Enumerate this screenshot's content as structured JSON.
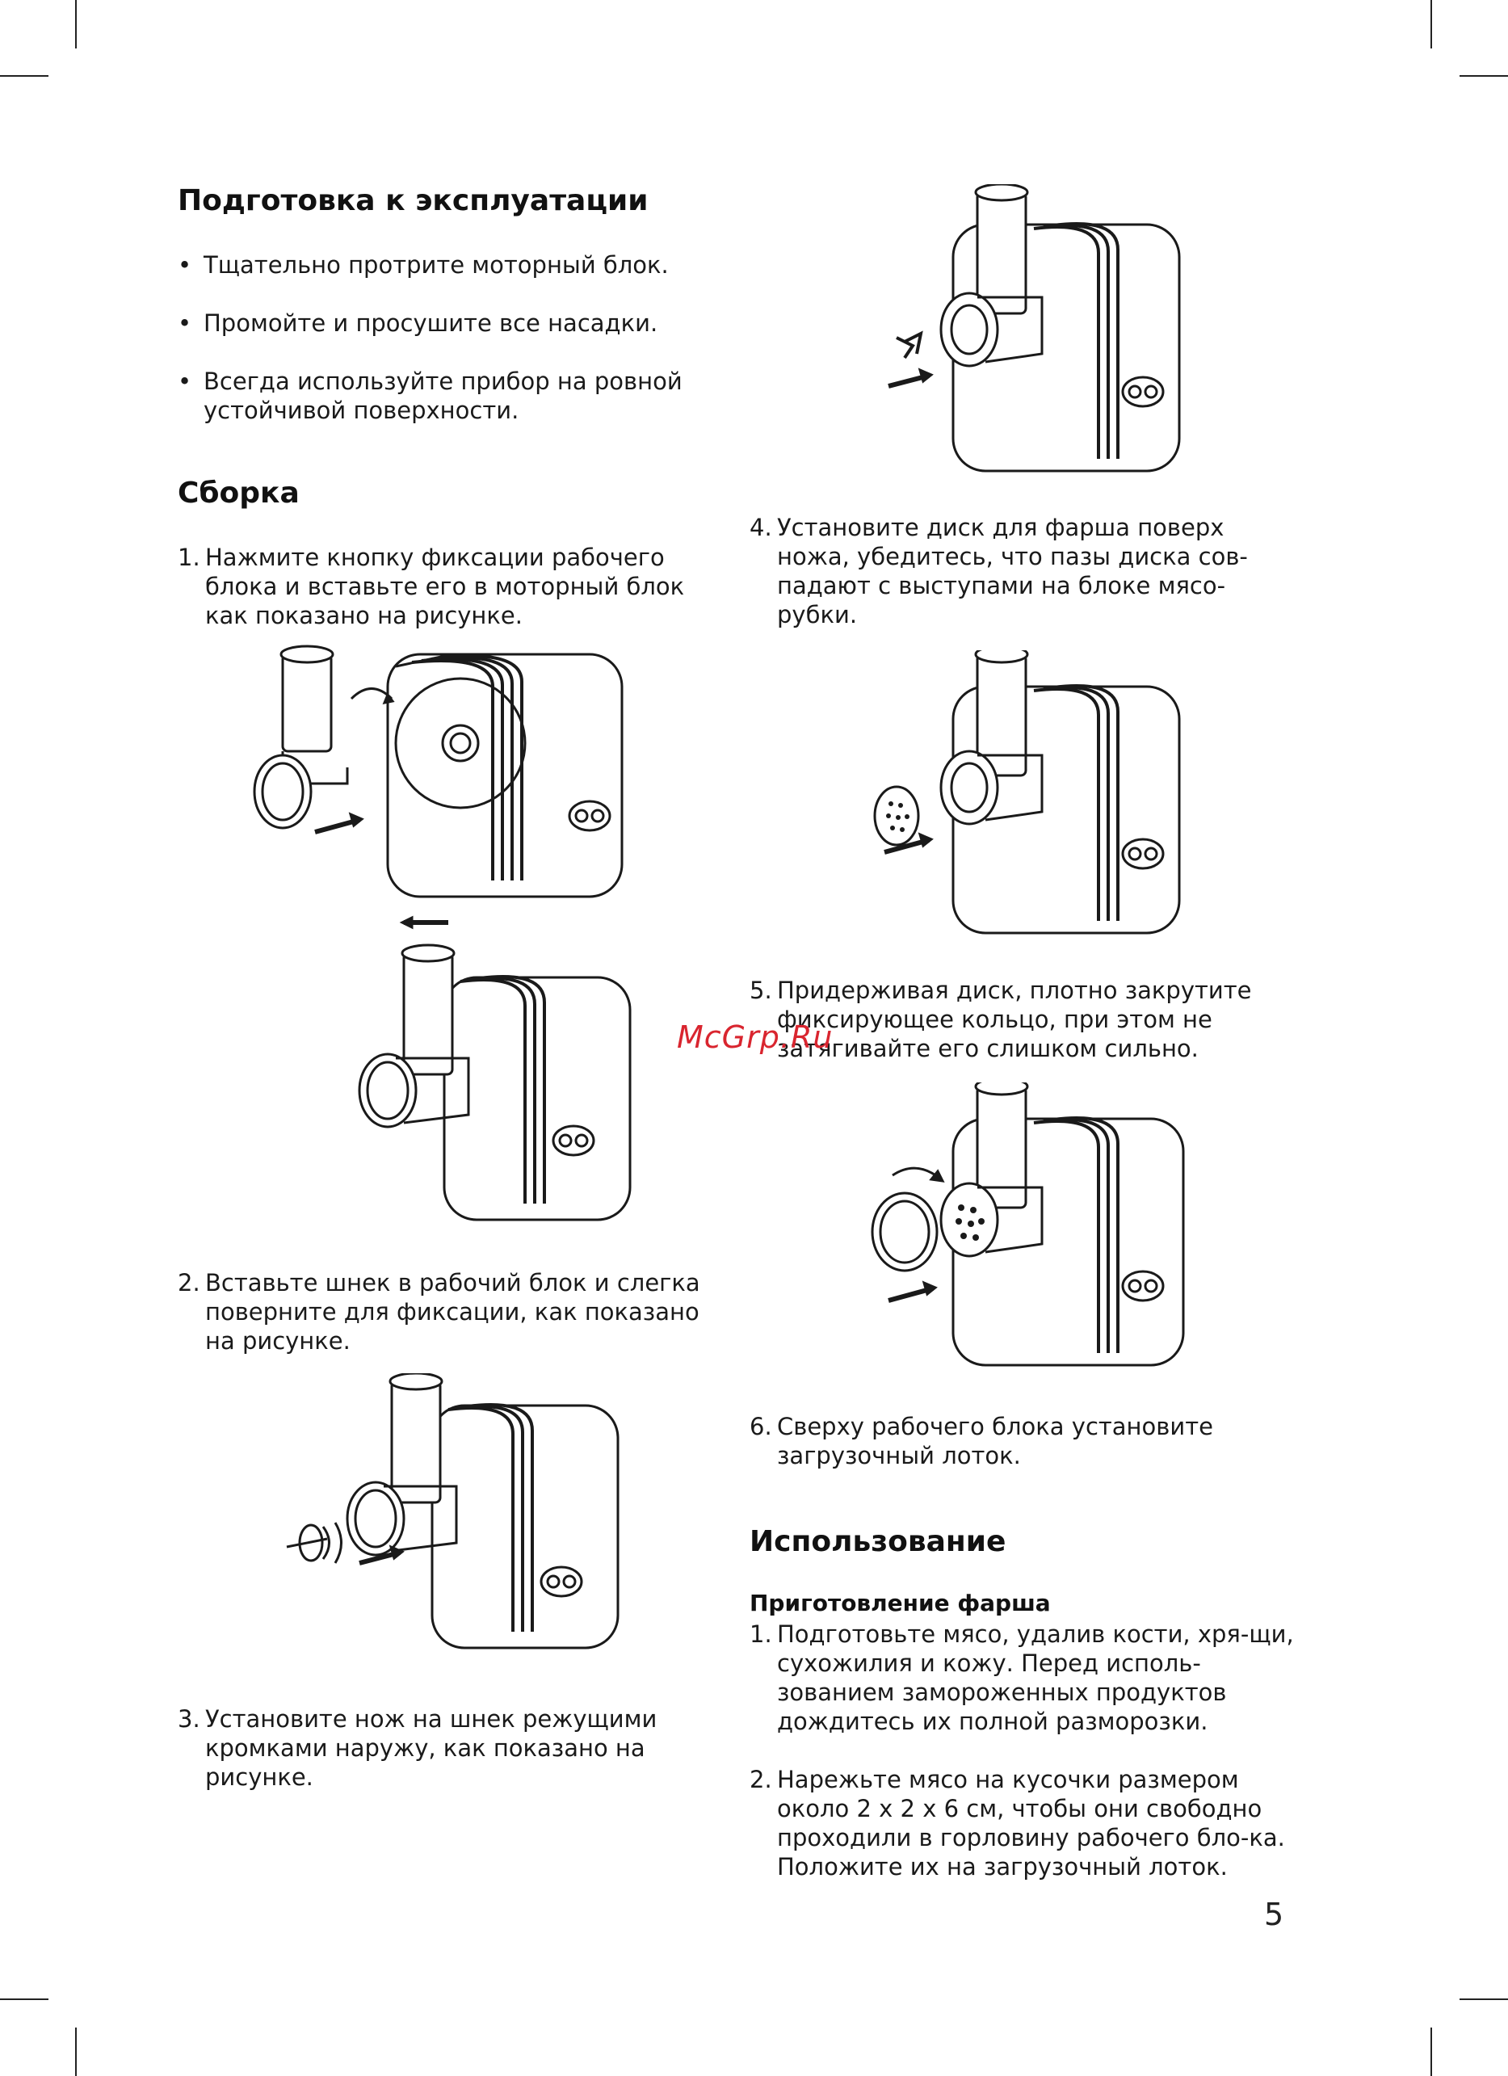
{
  "section_prep": {
    "title": "Подготовка к эксплуатации",
    "bullets": [
      "Тщательно протрите моторный блок.",
      "Промойте и просушите все насадки.",
      "Всегда используйте прибор на ровной устойчивой поверхности."
    ]
  },
  "section_assembly": {
    "title": "Сборка",
    "steps": [
      {
        "num": "1.",
        "text": "Нажмите кнопку фиксации рабочего блока и вставьте его в моторный блок как показано на рисунке."
      },
      {
        "num": "2.",
        "text": "Вставьте шнек в рабочий блок и слегка поверните для фиксации, как показано на рисунке."
      },
      {
        "num": "3.",
        "text": "Установите нож на шнек режущими кромками наружу, как показано на рисунке."
      },
      {
        "num": "4.",
        "text": "Установите диск для фарша поверх ножа, убедитесь, что пазы диска сов-падают с выступами на блоке мясо-рубки."
      },
      {
        "num": "5.",
        "text": "Придерживая диск, плотно закрутите фиксирующее кольцо, при этом не затягивайте его слишком сильно."
      },
      {
        "num": "6.",
        "text": "Сверху рабочего блока установите загрузочный лоток."
      }
    ]
  },
  "section_usage": {
    "title": "Использование",
    "subtitle": "Приготовление фарша",
    "steps": [
      {
        "num": "1.",
        "text": "Подготовьте мясо, удалив кости, хря-щи, сухожилия и кожу. Перед исполь-зованием замороженных продуктов дождитесь их полной разморозки."
      },
      {
        "num": "2.",
        "text": "Нарежьте мясо на кусочки размером около 2 x 2 x 6 см, чтобы они свободно проходили в горловину рабочего бло-ка. Положите их на загрузочный лоток."
      }
    ]
  },
  "watermark": "McGrp.Ru",
  "page_number": "5"
}
